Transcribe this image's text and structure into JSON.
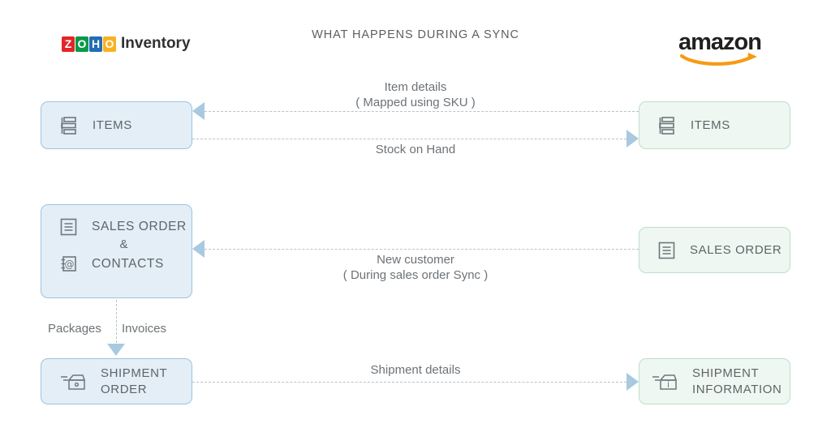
{
  "header": {
    "title": "WHAT HAPPENS DURING A SYNC",
    "left_brand": {
      "tiles": [
        "Z",
        "O",
        "H",
        "O"
      ],
      "word": "Inventory",
      "name": "Zoho Inventory"
    },
    "right_brand": {
      "word": "amazon"
    }
  },
  "colors": {
    "zoho_red": "#e42527",
    "zoho_green": "#089949",
    "zoho_blue": "#226db4",
    "zoho_yellow": "#f9b21d",
    "amazon_orange": "#f59b14",
    "left_box_fill": "#e3eef7",
    "left_box_border": "#9dc3dd",
    "right_box_fill": "#eef7f1",
    "right_box_border": "#bcdfca",
    "connector": "#b9c3cb",
    "arrow": "#a8c9e0",
    "text": "#5f6569",
    "title_text": "#5b5f63"
  },
  "left_nodes": [
    {
      "id": "items",
      "label": "ITEMS",
      "icon": "items-list-icon"
    },
    {
      "id": "sales_order_contacts",
      "line1": "SALES ORDER",
      "amp": "&",
      "line2": "CONTACTS",
      "icon1": "document-lines-icon",
      "icon2": "contacts-at-icon"
    },
    {
      "id": "shipment_order",
      "line1": "SHIPMENT",
      "line2": "ORDER",
      "icon": "shipment-box-icon"
    }
  ],
  "right_nodes": [
    {
      "id": "items",
      "label": "ITEMS",
      "icon": "items-list-icon"
    },
    {
      "id": "sales_order",
      "label": "SALES ORDER",
      "icon": "document-lines-icon"
    },
    {
      "id": "shipment_information",
      "line1": "SHIPMENT",
      "line2": "INFORMATION",
      "icon": "shipment-box-info-icon"
    }
  ],
  "connectors": [
    {
      "id": "item_details",
      "line1": "Item details",
      "line2": "( Mapped using SKU )",
      "direction": "right-to-left"
    },
    {
      "id": "stock_on_hand",
      "line1": "Stock on Hand",
      "line2": "",
      "direction": "left-to-right"
    },
    {
      "id": "new_customer",
      "line1": "New customer",
      "line2": "( During sales order Sync )",
      "direction": "right-to-left"
    },
    {
      "id": "shipment_details",
      "line1": "Shipment details",
      "line2": "",
      "direction": "left-to-right"
    }
  ],
  "internal_flow": {
    "id": "packages_invoices",
    "left_label": "Packages",
    "right_label": "Invoices",
    "direction": "top-to-bottom"
  }
}
